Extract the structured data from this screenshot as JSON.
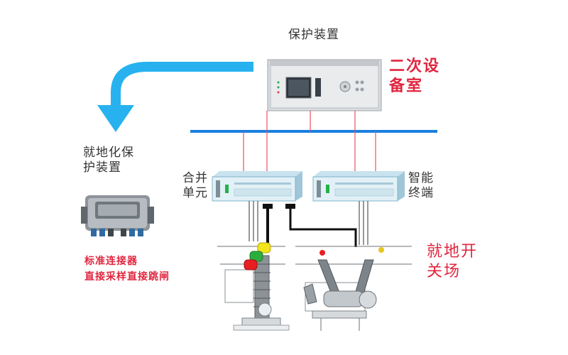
{
  "labels": {
    "protection_device": "保护装置",
    "secondary_room": "二次设\n备室",
    "local_protection": "就地化保\n护装置",
    "merging_unit": "合并\n单元",
    "smart_terminal": "智能\n终端",
    "local_switchyard": "就地开\n关场",
    "connector_note_1": "标准连接器",
    "connector_note_2": "直接采样直接跳闸"
  },
  "colors": {
    "bus": "#1a7fe0",
    "arrow": "#27b2ef",
    "signal_line": "#ee4f5e",
    "label_red": "#e0263f"
  },
  "icons": {
    "protection_device": "rack-relay-icon",
    "local_device": "ruggedized-box-icon",
    "merging_unit": "rack-unit-icon",
    "smart_terminal": "rack-unit-icon",
    "switchgear": "breaker-drawing-icon"
  }
}
